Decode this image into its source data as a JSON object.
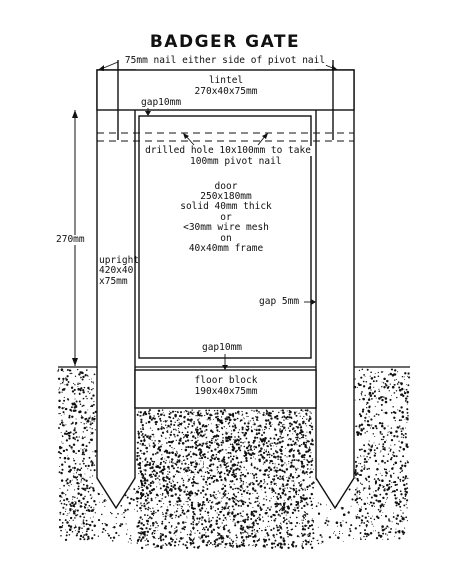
{
  "title": "BADGER GATE",
  "labels": {
    "nail_note": "75mm nail either side of pivot nail",
    "lintel_name": "lintel",
    "lintel_size": "270x40x75mm",
    "gap_top": "gap10mm",
    "hole_line1": "drilled hole 10x100mm to take",
    "hole_line2": "100mm pivot nail",
    "door_line1": "door",
    "door_line2": "250x180mm",
    "door_line3": "solid 40mm thick",
    "door_line4": "or",
    "door_line5": "<30mm wire mesh",
    "door_line6": "on",
    "door_line7": "40x40mm frame",
    "height": "270mm",
    "upright_line1": "upright",
    "upright_line2": "420x40",
    "upright_line3": "x75mm",
    "gap_side": "gap 5mm",
    "gap_bottom": "gap10mm",
    "floor_name": "floor block",
    "floor_size": "190x40x75mm"
  },
  "colors": {
    "ink": "#111111",
    "paper": "#ffffff"
  }
}
